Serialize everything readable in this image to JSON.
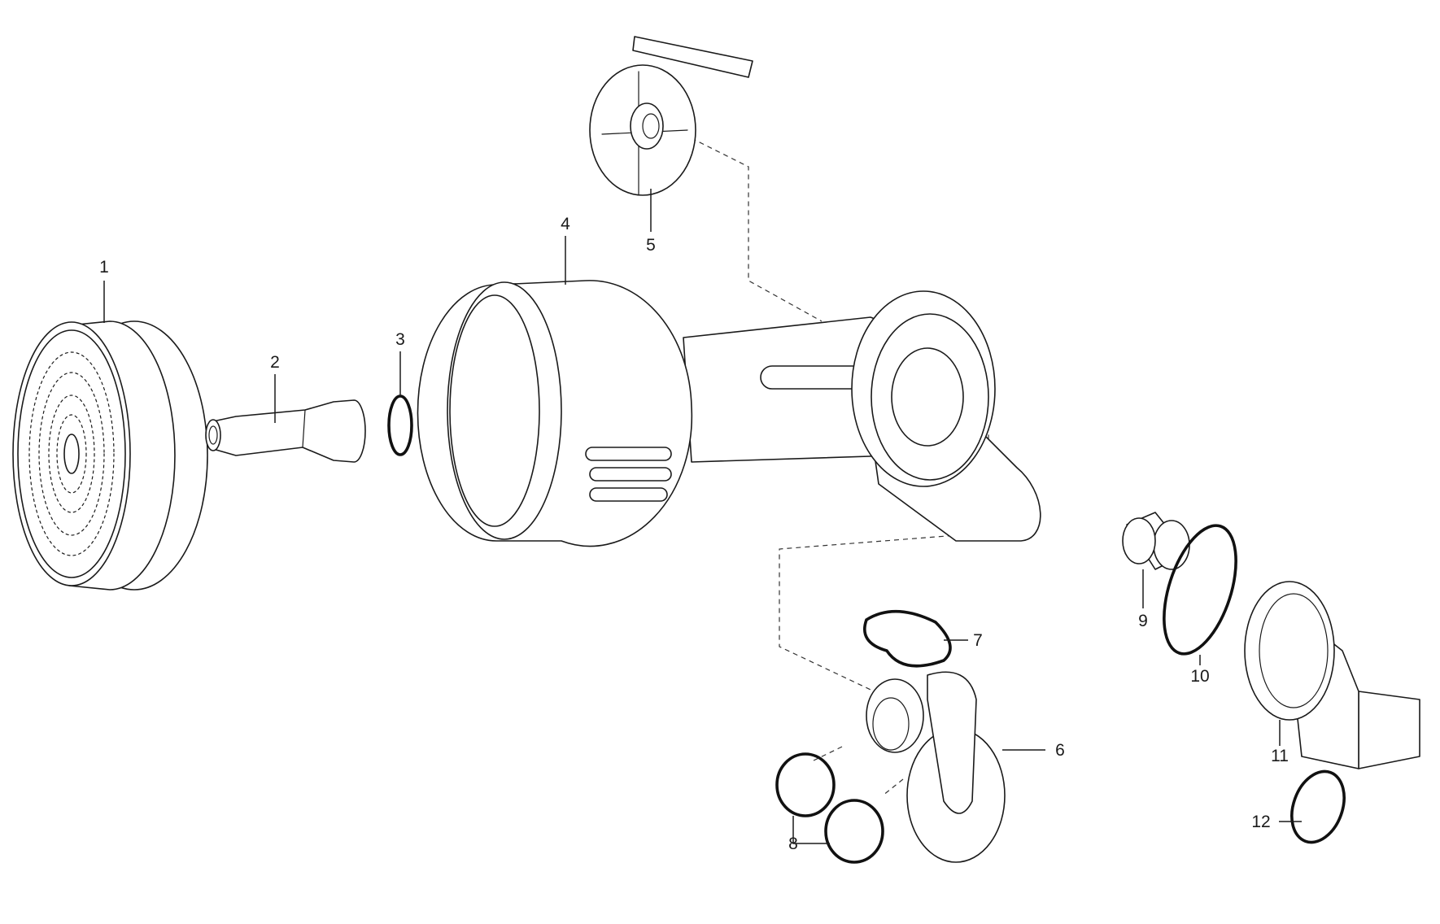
{
  "parts": [
    {
      "id": "1",
      "label": "1"
    },
    {
      "id": "2",
      "label": "2"
    },
    {
      "id": "3",
      "label": "3"
    },
    {
      "id": "4",
      "label": "4"
    },
    {
      "id": "5",
      "label": "5"
    },
    {
      "id": "6",
      "label": "6"
    },
    {
      "id": "7",
      "label": "7"
    },
    {
      "id": "8",
      "label": "8"
    },
    {
      "id": "9",
      "label": "9"
    },
    {
      "id": "10",
      "label": "10"
    },
    {
      "id": "11",
      "label": "11"
    },
    {
      "id": "12",
      "label": "12"
    }
  ]
}
